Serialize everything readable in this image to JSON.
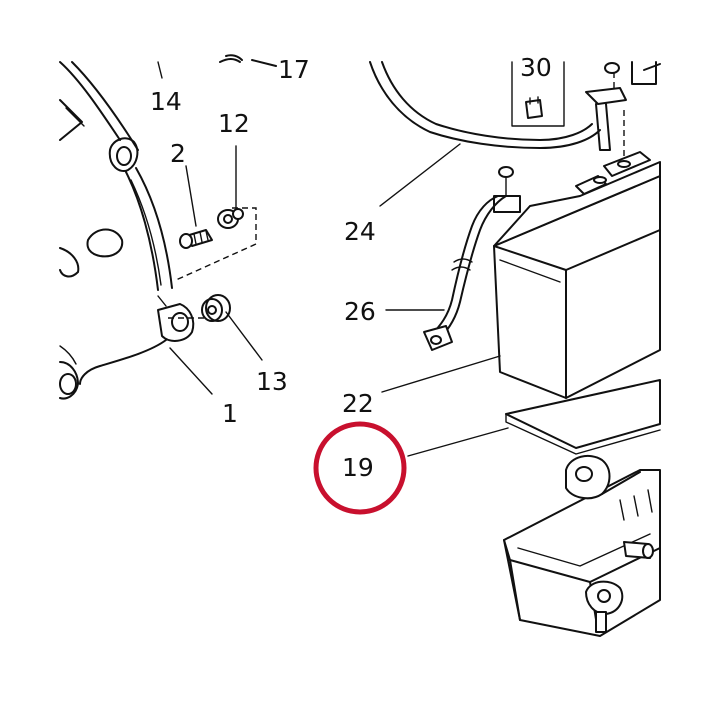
{
  "callouts": {
    "c1": "1",
    "c2": "2",
    "c12": "12",
    "c13": "13",
    "c14": "14",
    "c17": "17",
    "c19": "19",
    "c22": "22",
    "c24": "24",
    "c26": "26",
    "c30": "30"
  },
  "highlight": {
    "part": "19",
    "color": "#c8102e"
  }
}
